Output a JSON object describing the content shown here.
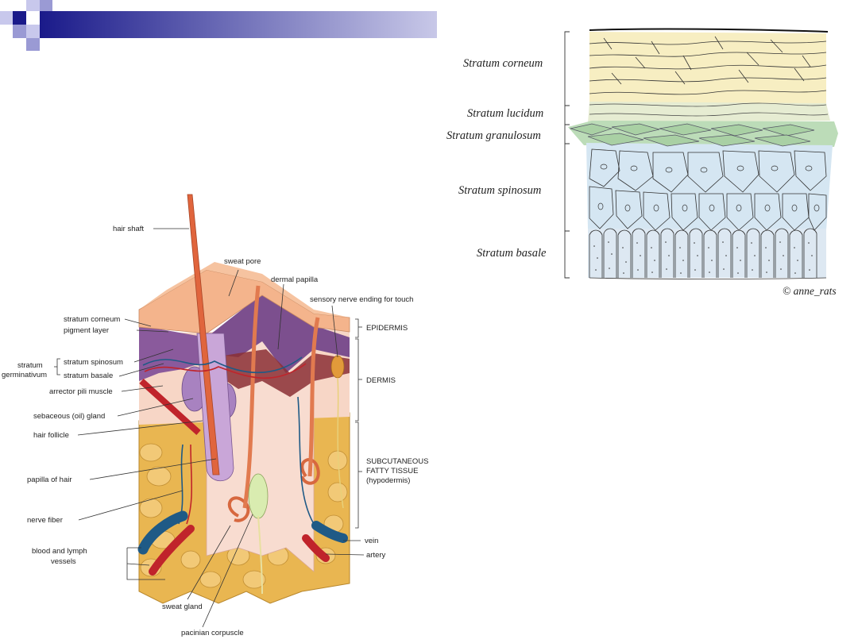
{
  "left_diagram": {
    "labels": {
      "hair_shaft": "hair shaft",
      "sweat_pore": "sweat pore",
      "dermal_papilla": "dermal papilla",
      "sensory_nerve": "sensory nerve ending for touch",
      "stratum_corneum": "stratum corneum",
      "pigment_layer": "pigment layer",
      "stratum_germinativum_1": "stratum",
      "stratum_germinativum_2": "germinativum",
      "stratum_spinosum": "stratum spinosum",
      "stratum_basale": "stratum basale",
      "arrector_pili": "arrector pili muscle",
      "sebaceous_gland": "sebaceous (oil) gland",
      "hair_follicle": "hair follicle",
      "papilla_of_hair": "papilla of hair",
      "nerve_fiber": "nerve fiber",
      "blood_vessels_1": "blood and lymph",
      "blood_vessels_2": "vessels",
      "sweat_gland": "sweat gland",
      "pacinian": "pacinian corpuscle",
      "vein": "vein",
      "artery": "artery",
      "epidermis": "EPIDERMIS",
      "dermis": "DERMIS",
      "subcutaneous_1": "SUBCUTANEOUS",
      "subcutaneous_2": "FATTY TISSUE",
      "subcutaneous_3": "(hypodermis)"
    },
    "colors": {
      "epidermis": "#f4b48c",
      "dermis_purple": "#8a5a9c",
      "fat": "#e9b651",
      "vein": "#1f5a86",
      "artery": "#c0242b"
    }
  },
  "right_diagram": {
    "layers": {
      "corneum": "Stratum corneum",
      "lucidum": "Stratum lucidum",
      "granulosum": "Stratum granulosum",
      "spinosum": "Stratum spinosum",
      "basale": "Stratum basale"
    },
    "copyright": "© anne_rats",
    "colors": {
      "corneum": "#f7eec2",
      "lucidum": "#e6ecd2",
      "granulosum": "#bcdcb8",
      "spinosum": "#d5e6f2",
      "basale": "#dde8f2"
    }
  }
}
